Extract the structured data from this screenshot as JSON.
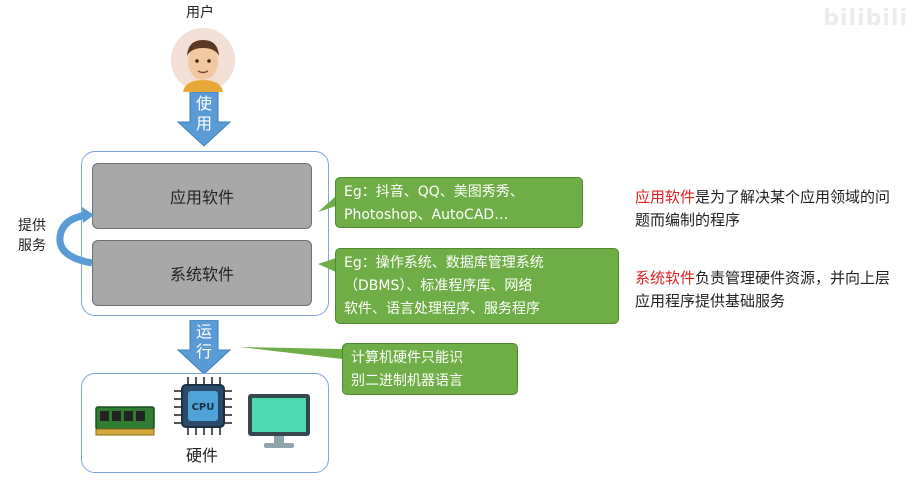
{
  "user": {
    "label": "用户"
  },
  "arrows": {
    "use": [
      "使",
      "用"
    ],
    "run": [
      "运",
      "行"
    ]
  },
  "layers": {
    "app": "应用软件",
    "system": "系统软件"
  },
  "provide_service": [
    "提供",
    "服务"
  ],
  "callouts": {
    "app_examples": [
      "Eg：抖音、QQ、美图秀秀、",
      "Photoshop、AutoCAD…"
    ],
    "system_examples": [
      "Eg：操作系统、数据库管理系统",
      "（DBMS）、标准程序库、网络",
      "软件、语言处理程序、服务程序"
    ],
    "hardware_note": [
      "计算机硬件只能识",
      "别二进制机器语言"
    ]
  },
  "hardware": {
    "label": "硬件",
    "cpu_text": "CPU"
  },
  "notes": {
    "app_term": "应用软件",
    "app_rest": "是为了解决某个应用领域的问题而编制的程序",
    "system_term": "系统软件",
    "system_rest": "负责管理硬件资源，并向上层应用程序提供基础服务"
  },
  "watermark": {
    "text": "bilibili"
  },
  "colors": {
    "arrow_blue": "#5b9bd5",
    "callout_green": "#6fae46",
    "term_red": "#e02020",
    "box_border": "#7fa6d9"
  },
  "icons": [
    "avatar",
    "ram-icon",
    "cpu-icon",
    "monitor-icon"
  ]
}
